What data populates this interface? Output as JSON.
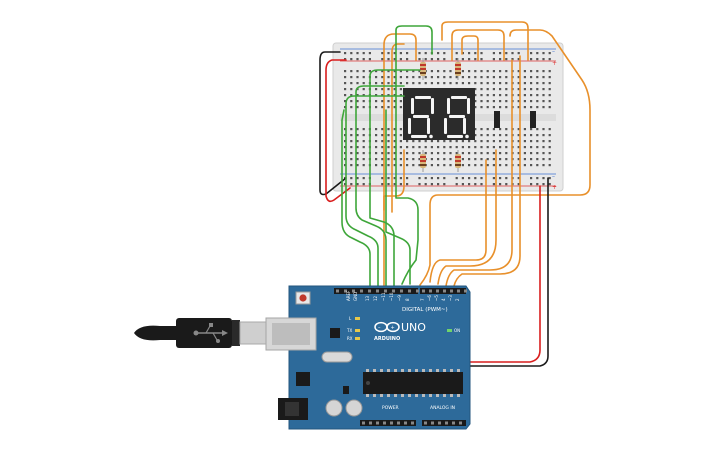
{
  "board": {
    "name": "UNO",
    "brand": "ARDUINO",
    "digital_label": "DIGITAL (PWM~)",
    "power_label": "POWER",
    "analog_label": "ANALOG IN",
    "on_label": "ON",
    "l_label": "L",
    "tx_label": "TX",
    "rx_label": "RX",
    "color": "#2d6a9a"
  },
  "displays": [
    {
      "label": "8."
    },
    {
      "label": "8."
    }
  ],
  "wire_colors": {
    "orange": "#e8902b",
    "green": "#3ea63a",
    "red": "#d91e1e",
    "black": "#1a1a1a"
  },
  "usb_cable": {
    "icon": "usb-icon"
  }
}
